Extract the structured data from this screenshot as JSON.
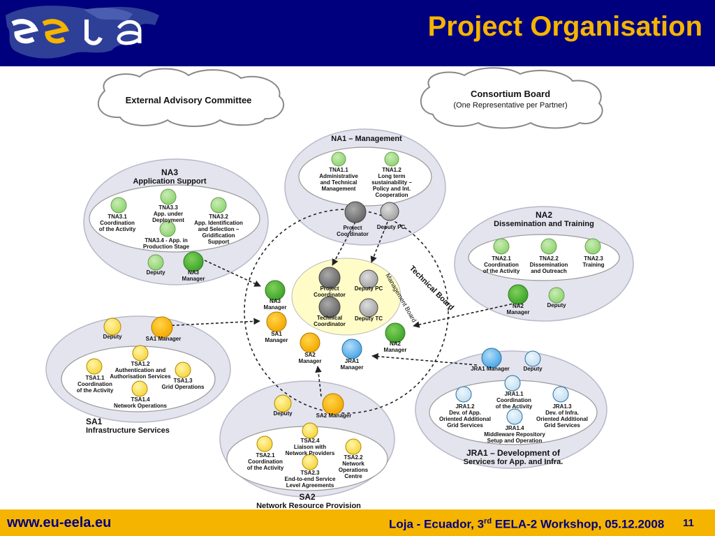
{
  "header": {
    "title": "Project Organisation",
    "logo": "EELA"
  },
  "footer": {
    "url": "www.eu-eela.eu",
    "event_pre": "Loja - Ecuador, 3",
    "event_sup": "rd",
    "event_post": " EELA-2 Workshop, 05.12.2008",
    "page": "11"
  },
  "colors": {
    "header_bg": "#00007e",
    "accent": "#f5b400",
    "na_green": "#6cc24a",
    "sa_orange": "#f6b200",
    "jra_blue": "#6ab7ea",
    "board_yellow": "#fffcc8"
  },
  "advisory": {
    "label": "External Advisory Committee"
  },
  "consortium": {
    "title": "Consortium Board",
    "subtitle": "(One Representative per Partner)"
  },
  "na1": {
    "title": "NA1 – Management",
    "tna11": [
      "TNA1.1",
      "Administrative",
      "and Technical",
      "Management"
    ],
    "tna12": [
      "TNA1.2",
      "Long term",
      "sustainability –",
      "Policy and Int.",
      "Cooperation"
    ],
    "pc": [
      "Project",
      "Coordinator"
    ],
    "dpc": "Deputy PC"
  },
  "na3": {
    "title": "NA3",
    "subtitle": "Application Support",
    "tna31": [
      "TNA3.1",
      "Coordination",
      "of the Activity"
    ],
    "tna33": [
      "TNA3.3",
      "App. under",
      "Deployment"
    ],
    "tna32": [
      "TNA3.2",
      "App. Identification",
      "and Selection –",
      "Gridification",
      "Support"
    ],
    "tna34": [
      "TNA3.4 - App. in",
      "Production Stage"
    ],
    "deputy": "Deputy",
    "manager": [
      "NA3",
      "Manager"
    ]
  },
  "na2": {
    "title": "NA2",
    "subtitle": "Dissemination and Training",
    "tna21": [
      "TNA2.1",
      "Coordination",
      "of the Activity"
    ],
    "tna22": [
      "TNA2.2",
      "Dissemination",
      "and Outreach"
    ],
    "tna23": [
      "TNA2.3",
      "Training"
    ],
    "manager": [
      "NA2",
      "Manager"
    ],
    "deputy": "Deputy"
  },
  "tb": {
    "label1": "Technical Board",
    "label2": "Management Board",
    "pc": [
      "Project",
      "Coordinator"
    ],
    "dpc": "Deputy PC",
    "tc": [
      "Technical",
      "Coordinator"
    ],
    "dtc": "Deputy TC",
    "na3": [
      "NA3",
      "Manager"
    ],
    "sa1": [
      "SA1",
      "Manager"
    ],
    "sa2": [
      "SA2",
      "Manager"
    ],
    "jra1": [
      "JRA1",
      "Manager"
    ],
    "na2": [
      "NA2",
      "Manager"
    ]
  },
  "sa1": {
    "title": "SA1",
    "subtitle": "Infrastructure Services",
    "deputy": "Deputy",
    "manager": "SA1 Manager",
    "tsa12": [
      "TSA1.2",
      "Authentication and",
      "Authorisation Services"
    ],
    "tsa11": [
      "TSA1.1",
      "Coordination",
      "of the Activity"
    ],
    "tsa13": [
      "TSA1.3",
      "Grid Operations"
    ],
    "tsa14": [
      "TSA1.4",
      "Network Operations"
    ]
  },
  "sa2": {
    "title": "SA2",
    "subtitle": "Network Resource Provision",
    "deputy": "Deputy",
    "manager": "SA2 Manager",
    "tsa24": [
      "TSA2.4",
      "Liaison with",
      "Network Providers"
    ],
    "tsa21": [
      "TSA2.1",
      "Coordination",
      "of the Activity"
    ],
    "tsa22": [
      "TSA2.2",
      "Network",
      "Operations",
      "Centre"
    ],
    "tsa23": [
      "TSA2.3",
      "End-to-end Service",
      "Level Agreements"
    ]
  },
  "jra1": {
    "title": "JRA1 – Development of",
    "title2": "Services for App. and Infra.",
    "manager": "JRA1 Manager",
    "deputy": "Deputy",
    "jra11": [
      "JRA1.1",
      "Coordination",
      "of the Activity"
    ],
    "jra12": [
      "JRA1.2",
      "Dev. of App.",
      "Oriented Additional",
      "Grid Services"
    ],
    "jra13": [
      "JRA1.3",
      "Dev. of Infra.",
      "Oriented Additional",
      "Grid Services"
    ],
    "jra14": [
      "JRA1.4",
      "Middleware Repository",
      "Setup and Operation"
    ]
  }
}
